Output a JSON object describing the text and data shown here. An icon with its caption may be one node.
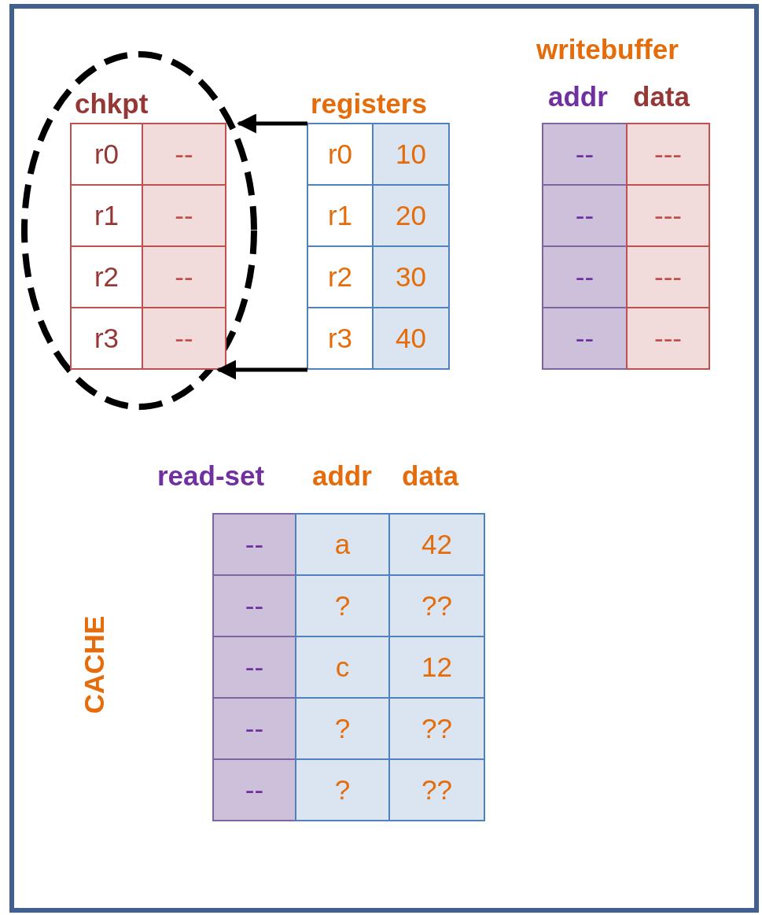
{
  "diagram": {
    "nodes": [
      {
        "text": [],
        "shape": "circle"
      },
      {
        "text": [
          "chkpt"
        ],
        "in": 0
      },
      {
        "text": [
          "registers"
        ]
      }
    ],
    "edges": [
      {
        "from": 2,
        "to": 0,
        "arrow": "to"
      },
      {
        "from": 2,
        "to": 0,
        "arrow": "to"
      }
    ],
    "labels": [
      "r0",
      "--",
      "r1",
      "--",
      "r2",
      "--",
      "r3",
      "--",
      "r0",
      "10",
      "r1",
      "20",
      "r2",
      "30",
      "r3",
      "40",
      "writebuffer",
      "addr",
      "data",
      "--",
      "---",
      "--",
      "---",
      "--",
      "---",
      "--",
      "---",
      "read-set",
      "addr",
      "data",
      "--",
      "a",
      "42",
      "--",
      "?",
      "??",
      "--",
      "c",
      "12",
      "--",
      "?",
      "??",
      "--",
      "?",
      "??",
      "CACHE"
    ]
  }
}
